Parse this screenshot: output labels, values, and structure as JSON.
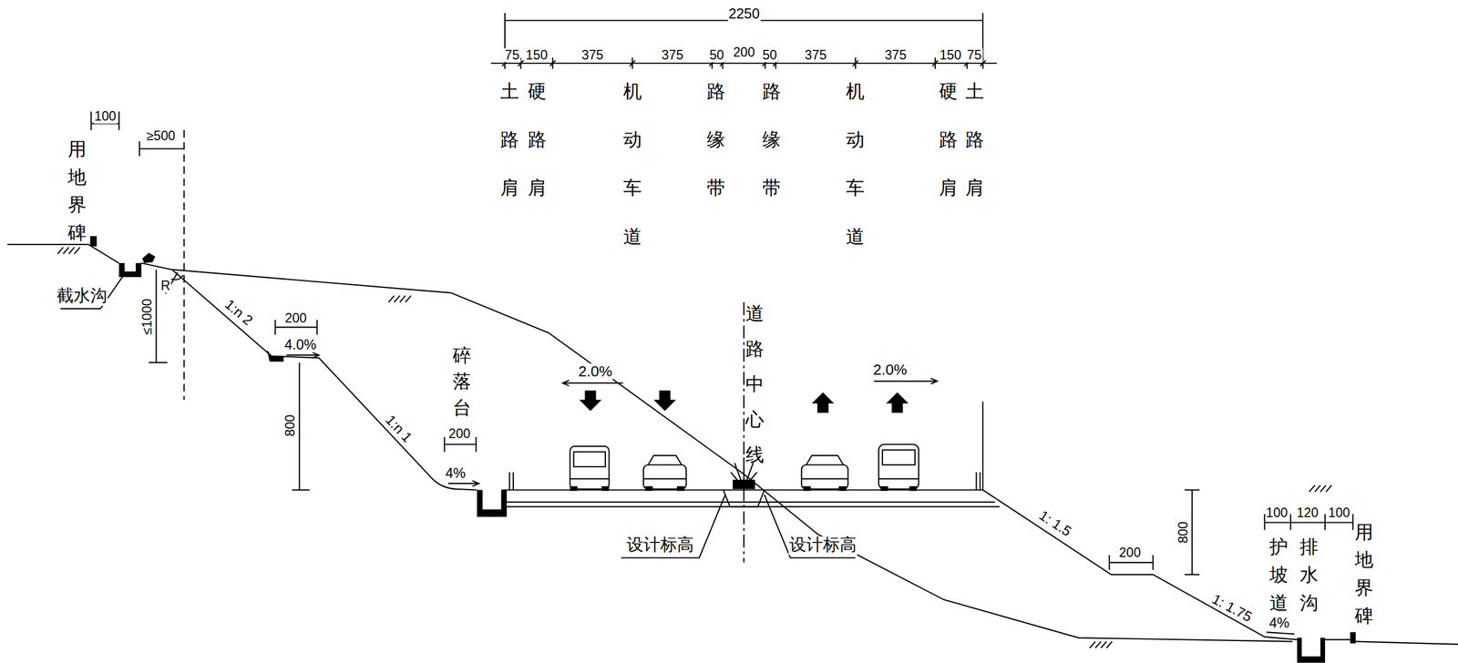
{
  "diagram": {
    "labels": [
      "2250",
      "75",
      "150",
      "375",
      "375",
      "50",
      "200",
      "50",
      "375",
      "375",
      "150",
      "75",
      "土路肩",
      "硬路肩",
      "机动车道",
      "路缘带",
      "路缘带",
      "机动车道",
      "硬路肩",
      "土路肩",
      "100",
      "用地界碑",
      "≥500",
      "截水沟",
      "R",
      "≤1000",
      "1:n 2",
      "200",
      "4.0%",
      "800",
      "1:n 1",
      "碎落台",
      "200",
      "4%",
      "2.0%",
      "道路中心线",
      "2.0%",
      "设计标高",
      "设计标高",
      "1: 1.5",
      "800",
      "200",
      "1: 1.75",
      "100",
      "120",
      "100",
      "护坡道",
      "排水沟",
      "4%",
      "用地界碑"
    ]
  }
}
